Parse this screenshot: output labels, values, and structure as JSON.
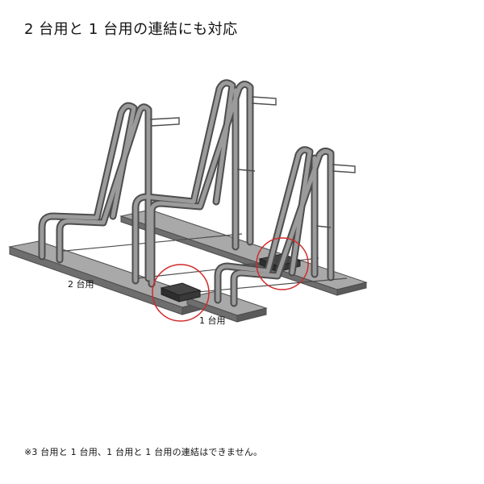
{
  "title": "2 台用と 1 台用の連結にも対応",
  "labels": {
    "two_unit": "2 台用",
    "one_unit": "1 台用"
  },
  "note": "※3 台用と 1 台用、1 台用と 1 台用の連結はできません。",
  "colors": {
    "rack_stroke": "#4d4d4d",
    "rack_fill": "#8a8a8a",
    "rail_top": "#a6a6a6",
    "rail_side": "#6b6b6b",
    "connector": "#3a3a3a",
    "highlight_circle": "#d12a2a"
  }
}
